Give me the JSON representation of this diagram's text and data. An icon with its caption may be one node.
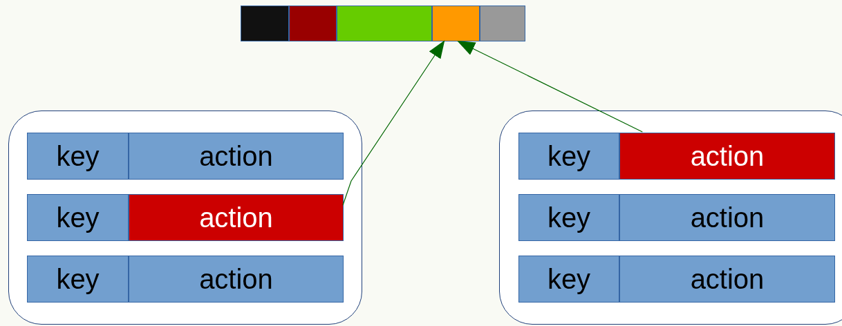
{
  "diagram": {
    "nodes": [
      {
        "text": [],
        "shape": "box"
      },
      {
        "text": [],
        "shape": "box"
      },
      {
        "text": [],
        "shape": "box"
      },
      {
        "text": [],
        "shape": "box"
      },
      {
        "text": [],
        "shape": "box"
      },
      {
        "text": [],
        "shape": "box"
      },
      {
        "text": [
          "key"
        ],
        "in": 5
      },
      {
        "text": [
          "action"
        ],
        "in": 5
      },
      {
        "text": [
          "key"
        ],
        "in": 5
      },
      {
        "text": [
          "action"
        ],
        "in": 5
      },
      {
        "text": [
          "key"
        ],
        "in": 5
      },
      {
        "text": [
          "action"
        ],
        "in": 5
      },
      {
        "text": [],
        "shape": "box"
      },
      {
        "text": [
          "key"
        ],
        "in": 12
      },
      {
        "text": [
          "action"
        ],
        "in": 12
      },
      {
        "text": [
          "key"
        ],
        "in": 12
      },
      {
        "text": [
          "action"
        ],
        "in": 12
      },
      {
        "text": [
          "key"
        ],
        "in": 12
      },
      {
        "text": [
          "action"
        ],
        "in": 12
      }
    ],
    "edges": [
      {
        "from": 9,
        "to": 3,
        "arrow": "to"
      },
      {
        "from": 14,
        "to": 3,
        "arrow": "to"
      }
    ]
  }
}
